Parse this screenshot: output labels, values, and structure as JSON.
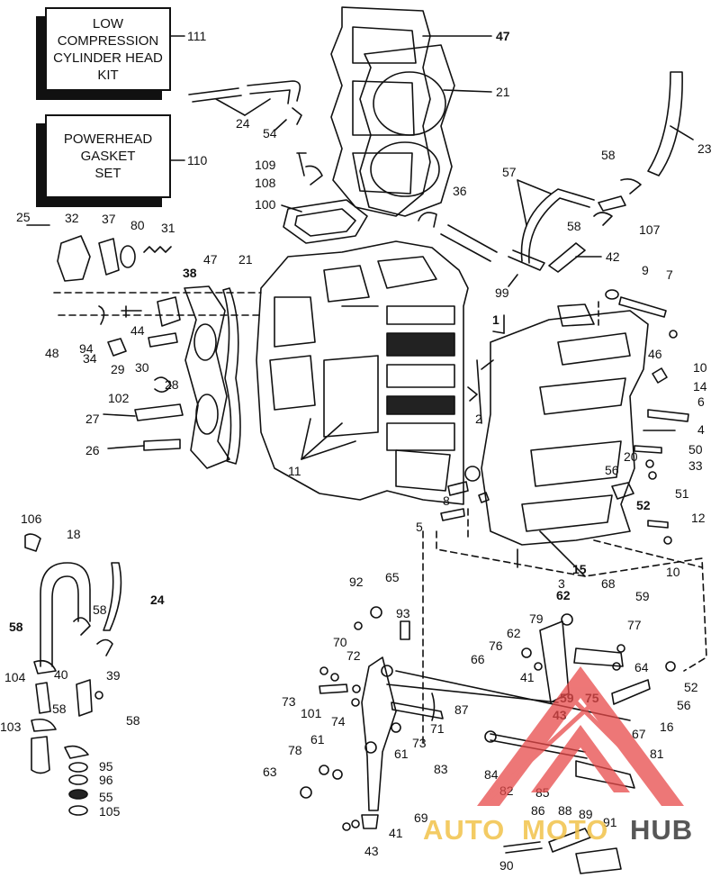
{
  "kits": [
    {
      "lines": [
        "LOW",
        "COMPRESSION",
        "CYLINDER HEAD",
        "KIT"
      ],
      "ref": "111"
    },
    {
      "lines": [
        "POWERHEAD",
        "GASKET",
        "SET"
      ],
      "ref": "110"
    }
  ],
  "refs": {
    "n47a": "47",
    "n21a": "21",
    "n24a": "24",
    "n54": "54",
    "n109": "109",
    "n108": "108",
    "n100": "100",
    "n36": "36",
    "n57": "57",
    "n58a": "58",
    "n58b": "58",
    "n107": "107",
    "n23": "23",
    "n42": "42",
    "n99": "99",
    "n25": "25",
    "n32": "32",
    "n37": "37",
    "n80": "80",
    "n31": "31",
    "n38": "38",
    "n47b": "47",
    "n21b": "21",
    "n9": "9",
    "n7": "7",
    "n1": "1",
    "n48": "48",
    "n94": "94",
    "n44": "44",
    "n34": "34",
    "n29": "29",
    "n30": "30",
    "n28": "28",
    "n102": "102",
    "n27": "27",
    "n26": "26",
    "n46": "46",
    "n10a": "10",
    "n14": "14",
    "n6": "6",
    "n2": "2",
    "n4": "4",
    "n50": "50",
    "n20": "20",
    "n33": "33",
    "n56a": "56",
    "n51": "51",
    "n11": "11",
    "n8": "8",
    "n5": "5",
    "n52a": "52",
    "n12": "12",
    "n10b": "10",
    "n15": "15",
    "n3": "3",
    "n106": "106",
    "n18": "18",
    "n24b": "24",
    "n58c": "58",
    "n58d": "58",
    "n104": "104",
    "n40": "40",
    "n39": "39",
    "n58e": "58",
    "n58f": "58",
    "n103": "103",
    "n95": "95",
    "n96": "96",
    "n55": "55",
    "n105": "105",
    "n92": "92",
    "n65": "65",
    "n62a": "62",
    "n68": "68",
    "n59a": "59",
    "n93": "93",
    "n79": "79",
    "n77": "77",
    "n70": "70",
    "n62b": "62",
    "n76": "76",
    "n72": "72",
    "n66": "66",
    "n64": "64",
    "n41a": "41",
    "n52b": "52",
    "n73a": "73",
    "n101": "101",
    "n74": "74",
    "n59b": "59",
    "n75": "75",
    "n43a": "43",
    "n56b": "56",
    "n16": "16",
    "n87": "87",
    "n71": "71",
    "n67": "67",
    "n61a": "61",
    "n73b": "73",
    "n78": "78",
    "n61b": "61",
    "n81": "81",
    "n83": "83",
    "n84": "84",
    "n63": "63",
    "n82": "82",
    "n85": "85",
    "n86": "86",
    "n88": "88",
    "n89": "89",
    "n91": "91",
    "n69": "69",
    "n41b": "41",
    "n43b": "43",
    "n90": "90"
  },
  "watermark": {
    "part1": "AUTO",
    "part2": "MOTO",
    "part3": "HUB",
    "color1": "#f2c24a",
    "color2": "#3a3a3a",
    "logo_color": "#e84a4a"
  }
}
